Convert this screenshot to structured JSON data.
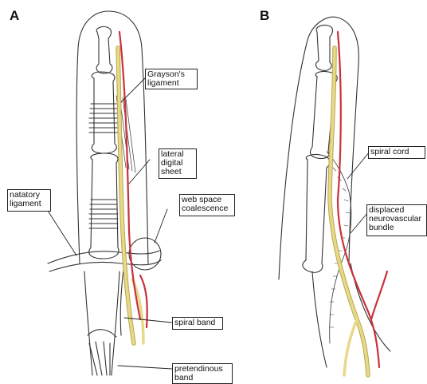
{
  "panels": {
    "a": {
      "letter": "A",
      "labels": {
        "graysons_ligament": "Grayson's\nligament",
        "lateral_digital_sheet": "lateral\ndigital\nsheet",
        "natatory_ligament": "natatory\nligament",
        "web_space_coalescence": "web space\ncoalescence",
        "spiral_band": "spiral band",
        "pretendinous_band": "pretendinous\nband"
      }
    },
    "b": {
      "letter": "B",
      "labels": {
        "spiral_cord": "spiral cord",
        "displaced_neurovascular_bundle": "displaced\nneurovascular\nbundle"
      }
    }
  },
  "colors": {
    "nerve": "#e8d98a",
    "artery": "#c8323c",
    "outline": "#333333"
  }
}
